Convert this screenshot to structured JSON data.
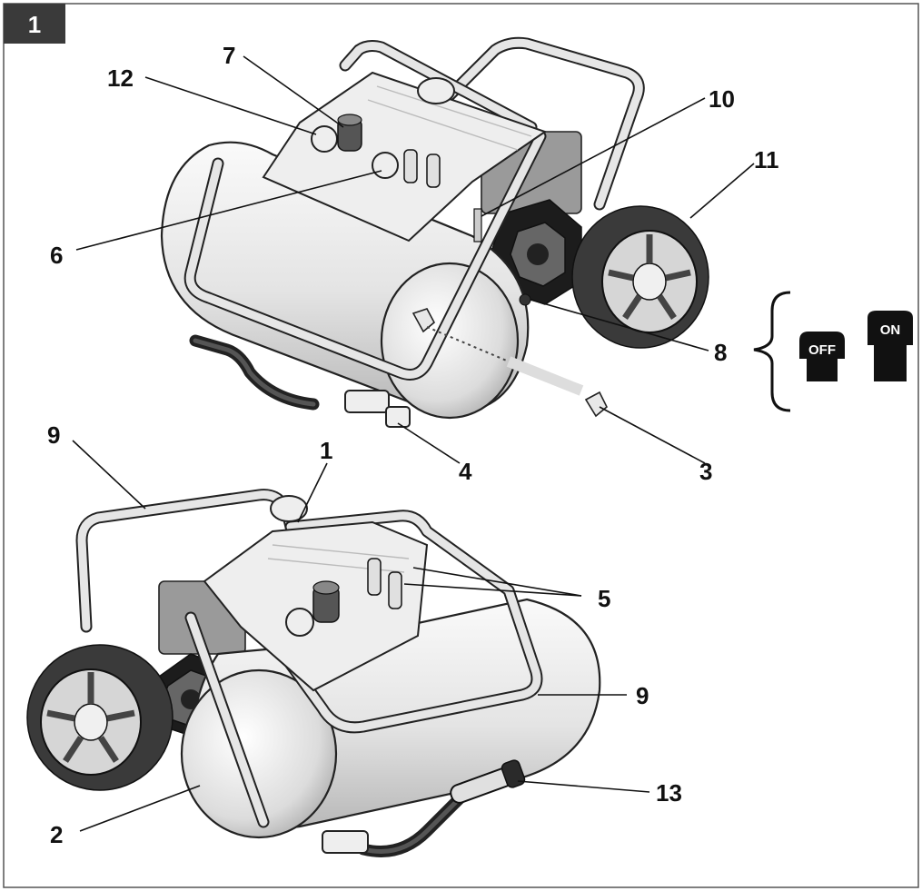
{
  "figure": {
    "number": "1",
    "switch_states": {
      "off": "OFF",
      "on": "ON"
    }
  },
  "callouts": [
    {
      "id": "c1",
      "label": "1"
    },
    {
      "id": "c2",
      "label": "2"
    },
    {
      "id": "c3",
      "label": "3"
    },
    {
      "id": "c4",
      "label": "4"
    },
    {
      "id": "c5",
      "label": "5"
    },
    {
      "id": "c6",
      "label": "6"
    },
    {
      "id": "c7",
      "label": "7"
    },
    {
      "id": "c8",
      "label": "8"
    },
    {
      "id": "c9a",
      "label": "9"
    },
    {
      "id": "c9b",
      "label": "9"
    },
    {
      "id": "c10",
      "label": "10"
    },
    {
      "id": "c11",
      "label": "11"
    },
    {
      "id": "c12",
      "label": "12"
    },
    {
      "id": "c13",
      "label": "13"
    }
  ],
  "colors": {
    "ink": "#111111",
    "badge_bg": "#3a3a3a",
    "metal_light": "#f2f2f2",
    "metal_dark": "#b5b5b5"
  }
}
